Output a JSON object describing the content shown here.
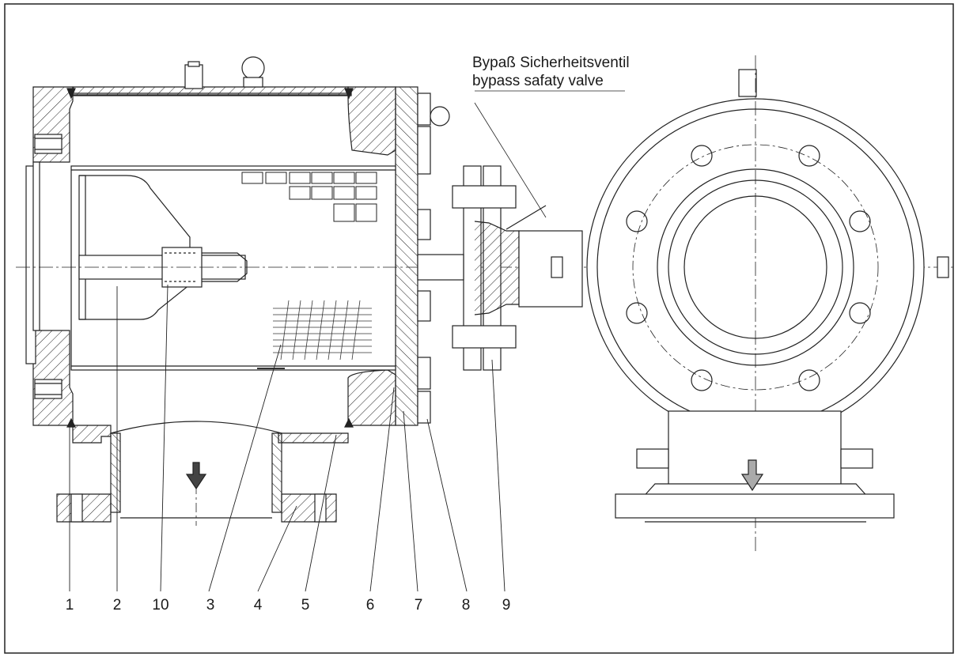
{
  "annotation": {
    "line1": "Bypaß Sicherheitsventil",
    "line2": "bypass safaty valve"
  },
  "part_numbers": [
    "1",
    "2",
    "10",
    "3",
    "4",
    "5",
    "6",
    "7",
    "8",
    "9"
  ]
}
